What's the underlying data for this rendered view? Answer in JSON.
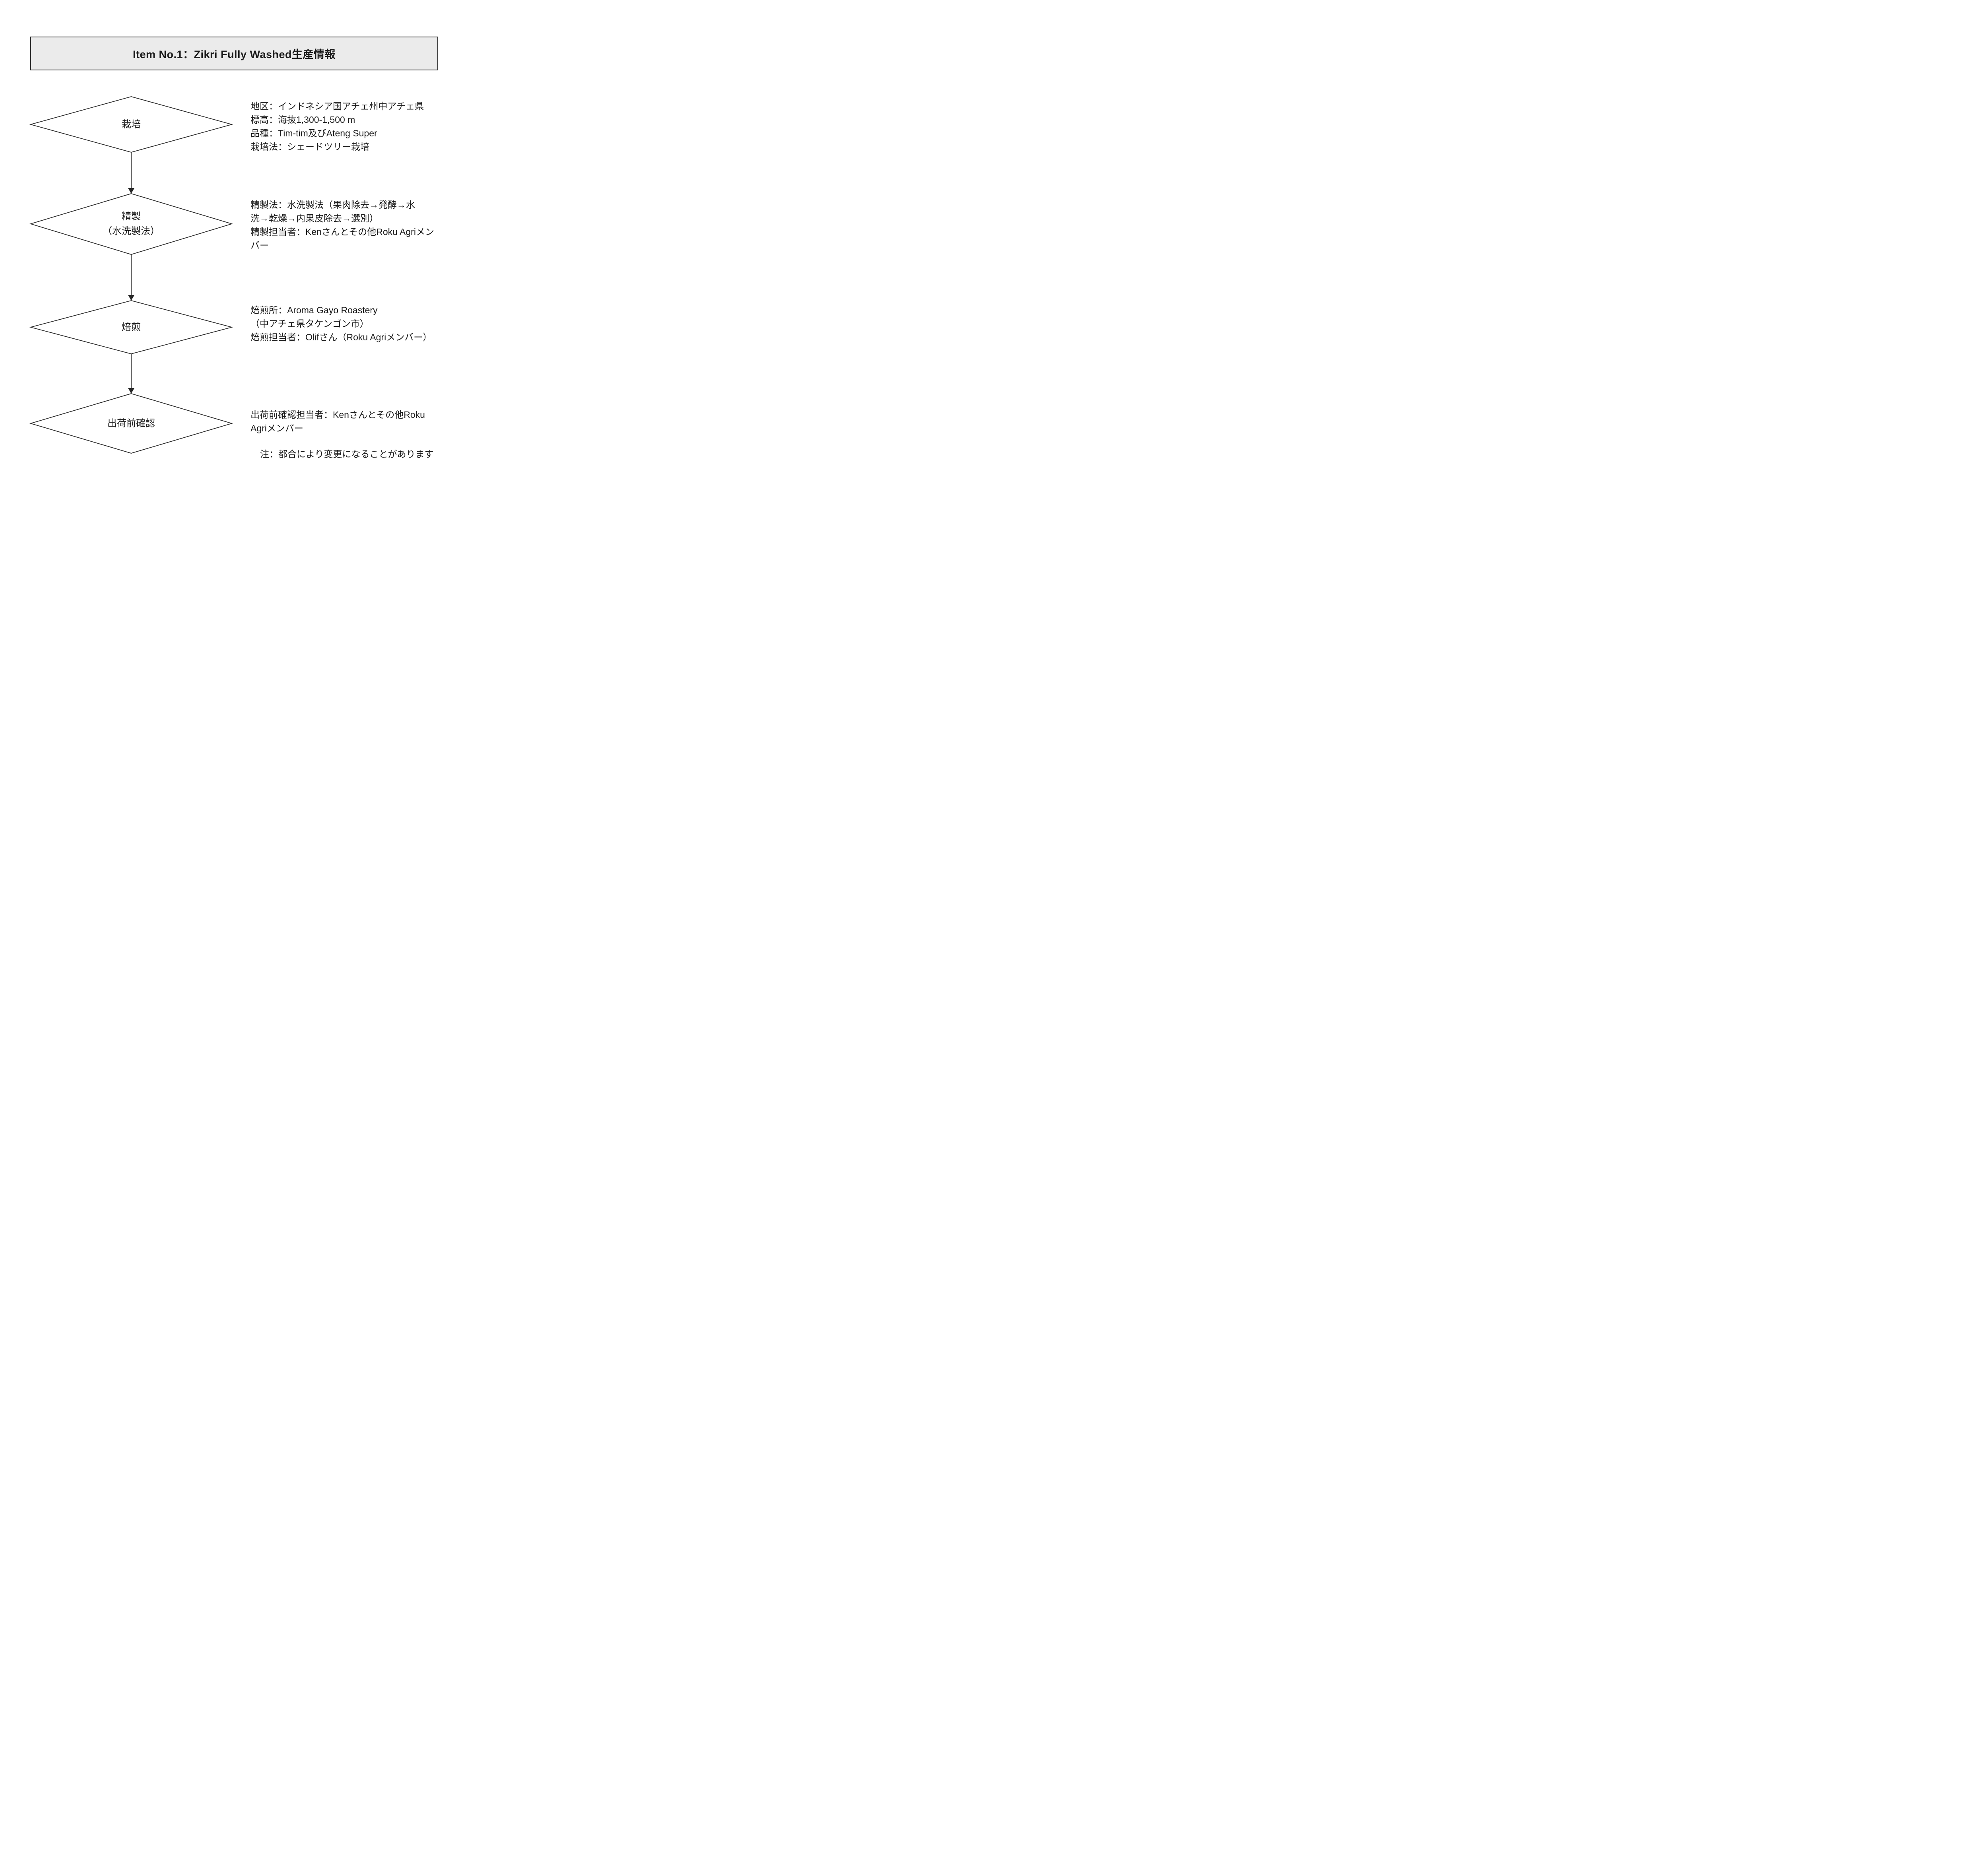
{
  "title": "Item No.1：Zikri Fully Washed生産情報",
  "flow": {
    "steps": [
      {
        "label": "栽培",
        "details": [
          "地区：インドネシア国アチェ州中アチェ県",
          "標高：海抜1,300-1,500 m",
          "品種：Tim-tim及びAteng Super",
          "栽培法：シェードツリー栽培"
        ]
      },
      {
        "label": "精製\n（水洗製法）",
        "details": [
          "精製法：水洗製法（果肉除去→発酵→水",
          "洗→乾燥→内果皮除去→選別）",
          "精製担当者：Kenさんとその他Roku Agriメン",
          "バー"
        ]
      },
      {
        "label": "焙煎",
        "details": [
          "焙煎所：Aroma Gayo Roastery",
          "（中アチェ県タケンゴン市）",
          "焙煎担当者：Olifさん（Roku Agriメンバー）"
        ]
      },
      {
        "label": "出荷前確認",
        "details": [
          "出荷前確認担当者：Kenさんとその他Roku",
          "Agriメンバー"
        ]
      }
    ]
  },
  "note": "注：都合により変更になることがあります",
  "colors": {
    "title_background": "#ebebeb",
    "border": "#2b2b2b",
    "shape_stroke": "#2e2e2e",
    "text": "#1a1a1a"
  }
}
